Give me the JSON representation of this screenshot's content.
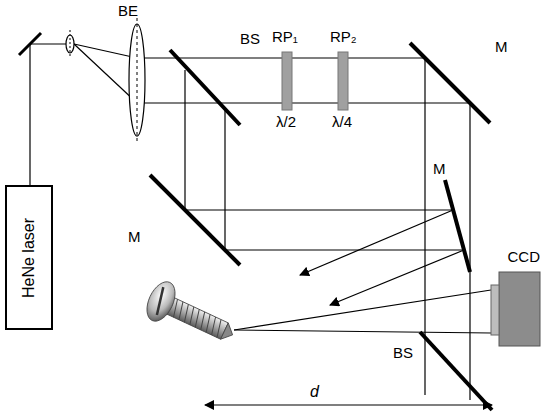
{
  "diagram": {
    "nodes": [
      {
        "text": [
          "HeNe laser"
        ]
      },
      {
        "text": [
          "CCD"
        ]
      }
    ],
    "labels": [
      "BE",
      "BS",
      "RP₁",
      "RP₂",
      "λ/2",
      "λ/4",
      "M",
      "M",
      "M",
      "BS",
      "d"
    ]
  }
}
